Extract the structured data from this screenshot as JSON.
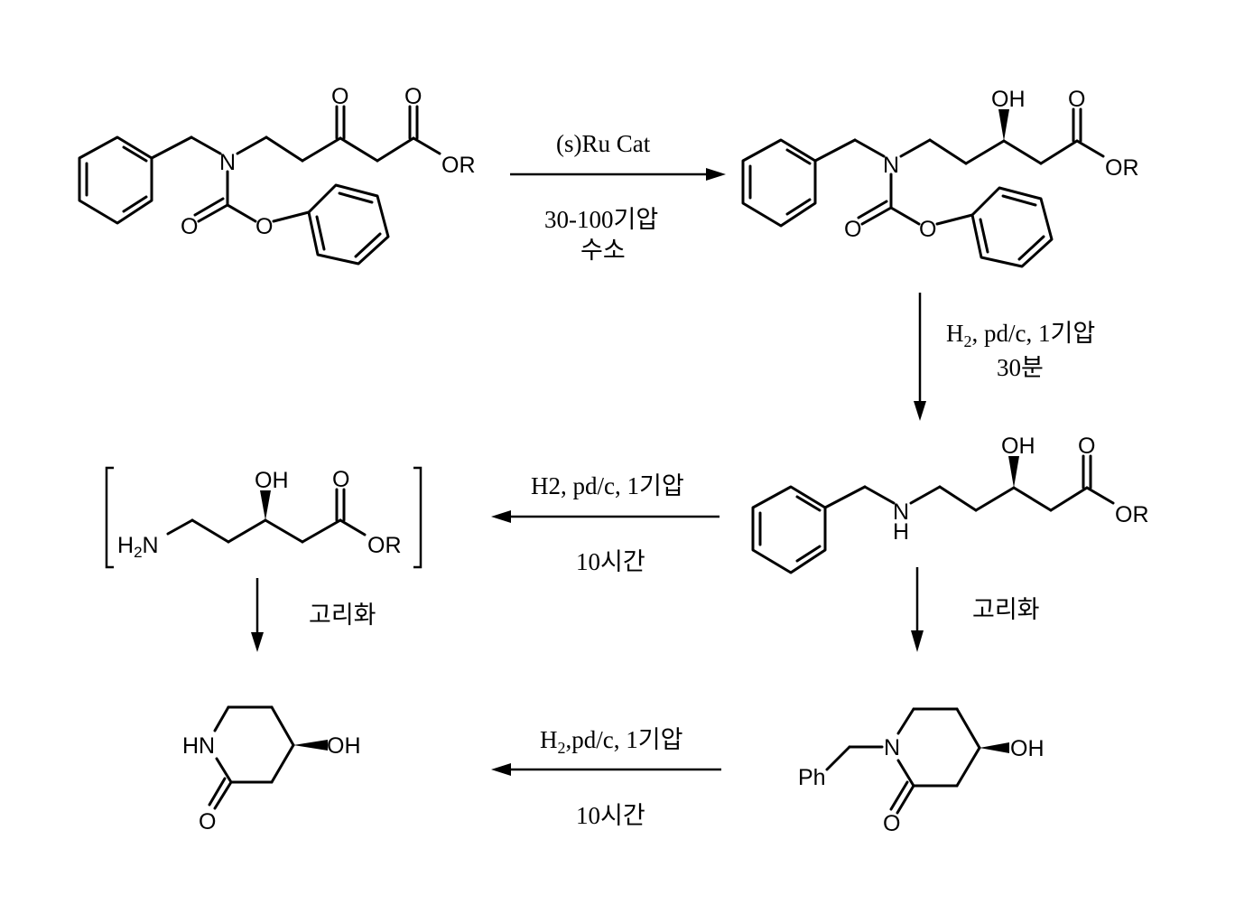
{
  "scheme": {
    "compounds": {
      "c1": {
        "label": "N-benzyl-N-phenoxycarbonyl beta-keto ester",
        "atoms": {
          "o_ketone": "O",
          "o_ester": "O",
          "or": "OR",
          "n": "N",
          "o_carbonyl": "O",
          "o_ether": "O"
        }
      },
      "c2": {
        "label": "N-benzyl-N-phenoxycarbonyl (S)-hydroxy ester",
        "atoms": {
          "oh": "OH",
          "o_ester": "O",
          "or": "OR",
          "n": "N",
          "o_carbonyl": "O",
          "o_ether": "O"
        }
      },
      "c3": {
        "label": "N-benzylamino hydroxy ester",
        "atoms": {
          "oh": "OH",
          "o_ester": "O",
          "or": "OR",
          "n": "N",
          "h": "H"
        }
      },
      "c4": {
        "label": "amino hydroxy ester intermediate (bracketed)",
        "atoms": {
          "h2n_h": "H",
          "h2n_sub": "2",
          "h2n_n": "N",
          "oh": "OH",
          "o_ester": "O",
          "or": "OR"
        }
      },
      "c5": {
        "label": "4-hydroxy-2-piperidinone",
        "atoms": {
          "hn": "HN",
          "oh": "OH",
          "o": "O"
        }
      },
      "c6": {
        "label": "1-benzyl-4-hydroxy-2-piperidinone",
        "atoms": {
          "n": "N",
          "ph": "Ph",
          "oh": "OH",
          "o": "O"
        }
      }
    },
    "arrows": {
      "a1": {
        "direction": "right",
        "above": "(s)Ru Cat",
        "below_line1": "30-100기압",
        "below_line2": "수소"
      },
      "a2": {
        "direction": "down",
        "line1_h": "H",
        "line1_sub": "2",
        "line1_rest": ", pd/c, 1기압",
        "line2": "30분"
      },
      "a3": {
        "direction": "left",
        "above": "H2, pd/c, 1기압",
        "below": "10시간"
      },
      "a4": {
        "direction": "down",
        "label": "고리화"
      },
      "a5": {
        "direction": "down",
        "label": "고리화"
      },
      "a6": {
        "direction": "left",
        "above_h": "H",
        "above_sub": "2",
        "above_rest": ",pd/c, 1기압",
        "below": "10시간"
      }
    }
  }
}
